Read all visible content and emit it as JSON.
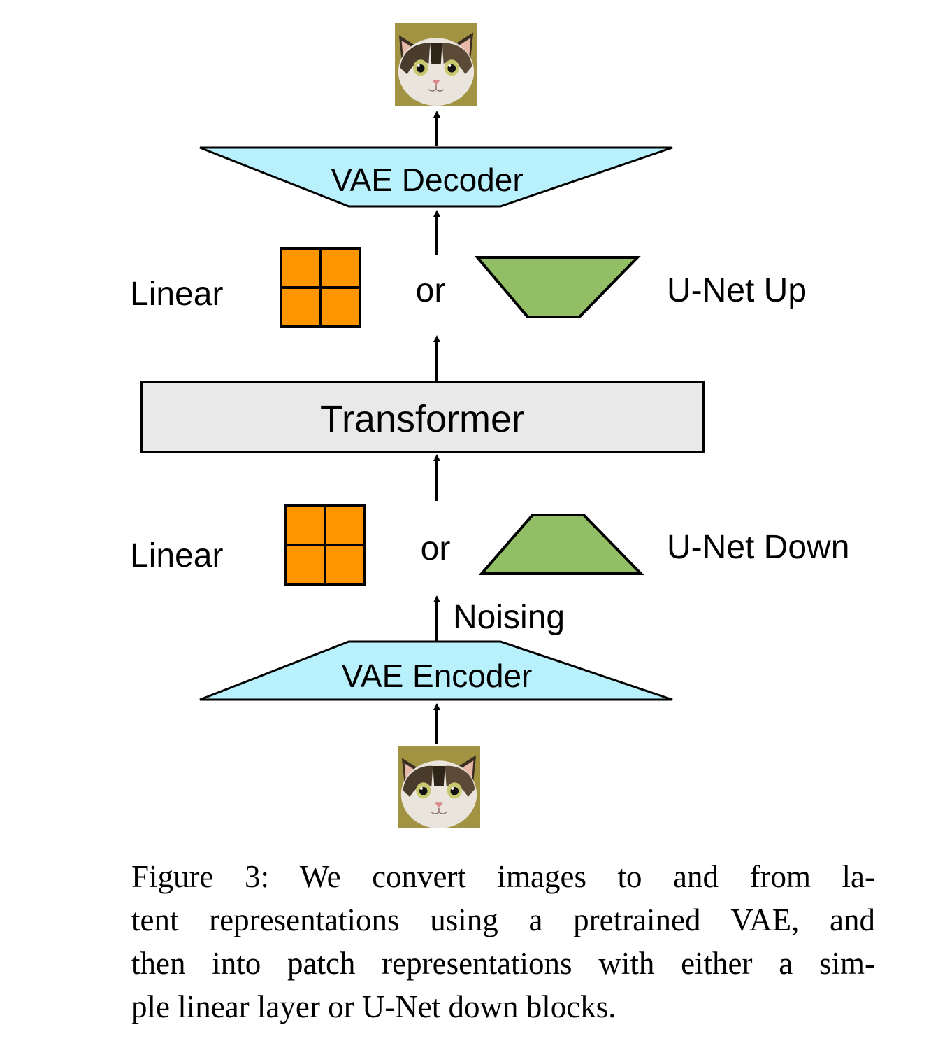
{
  "diagram": {
    "decoder": {
      "label": "VAE Decoder",
      "color": "#b8f0fc"
    },
    "encoder": {
      "label": "VAE Encoder",
      "color": "#b8f0fc"
    },
    "transformer": {
      "label": "Transformer",
      "color": "#e9e9e9"
    },
    "upper_row": {
      "left_label": "Linear",
      "or_label": "or",
      "right_label": "U-Net Up"
    },
    "lower_row": {
      "left_label": "Linear",
      "or_label": "or",
      "right_label": "U-Net Down"
    },
    "noising_label": "Noising",
    "patch_color": "#ff9500",
    "unet_color": "#92be65",
    "output_image": "cat-face-image",
    "input_image": "cat-face-image"
  },
  "caption": {
    "lines": [
      "Figure 3:  We convert images to and from la-",
      "tent representations using a pretrained VAE, and",
      "then into patch representations with either a sim-",
      "ple linear layer or U-Net down blocks."
    ]
  }
}
